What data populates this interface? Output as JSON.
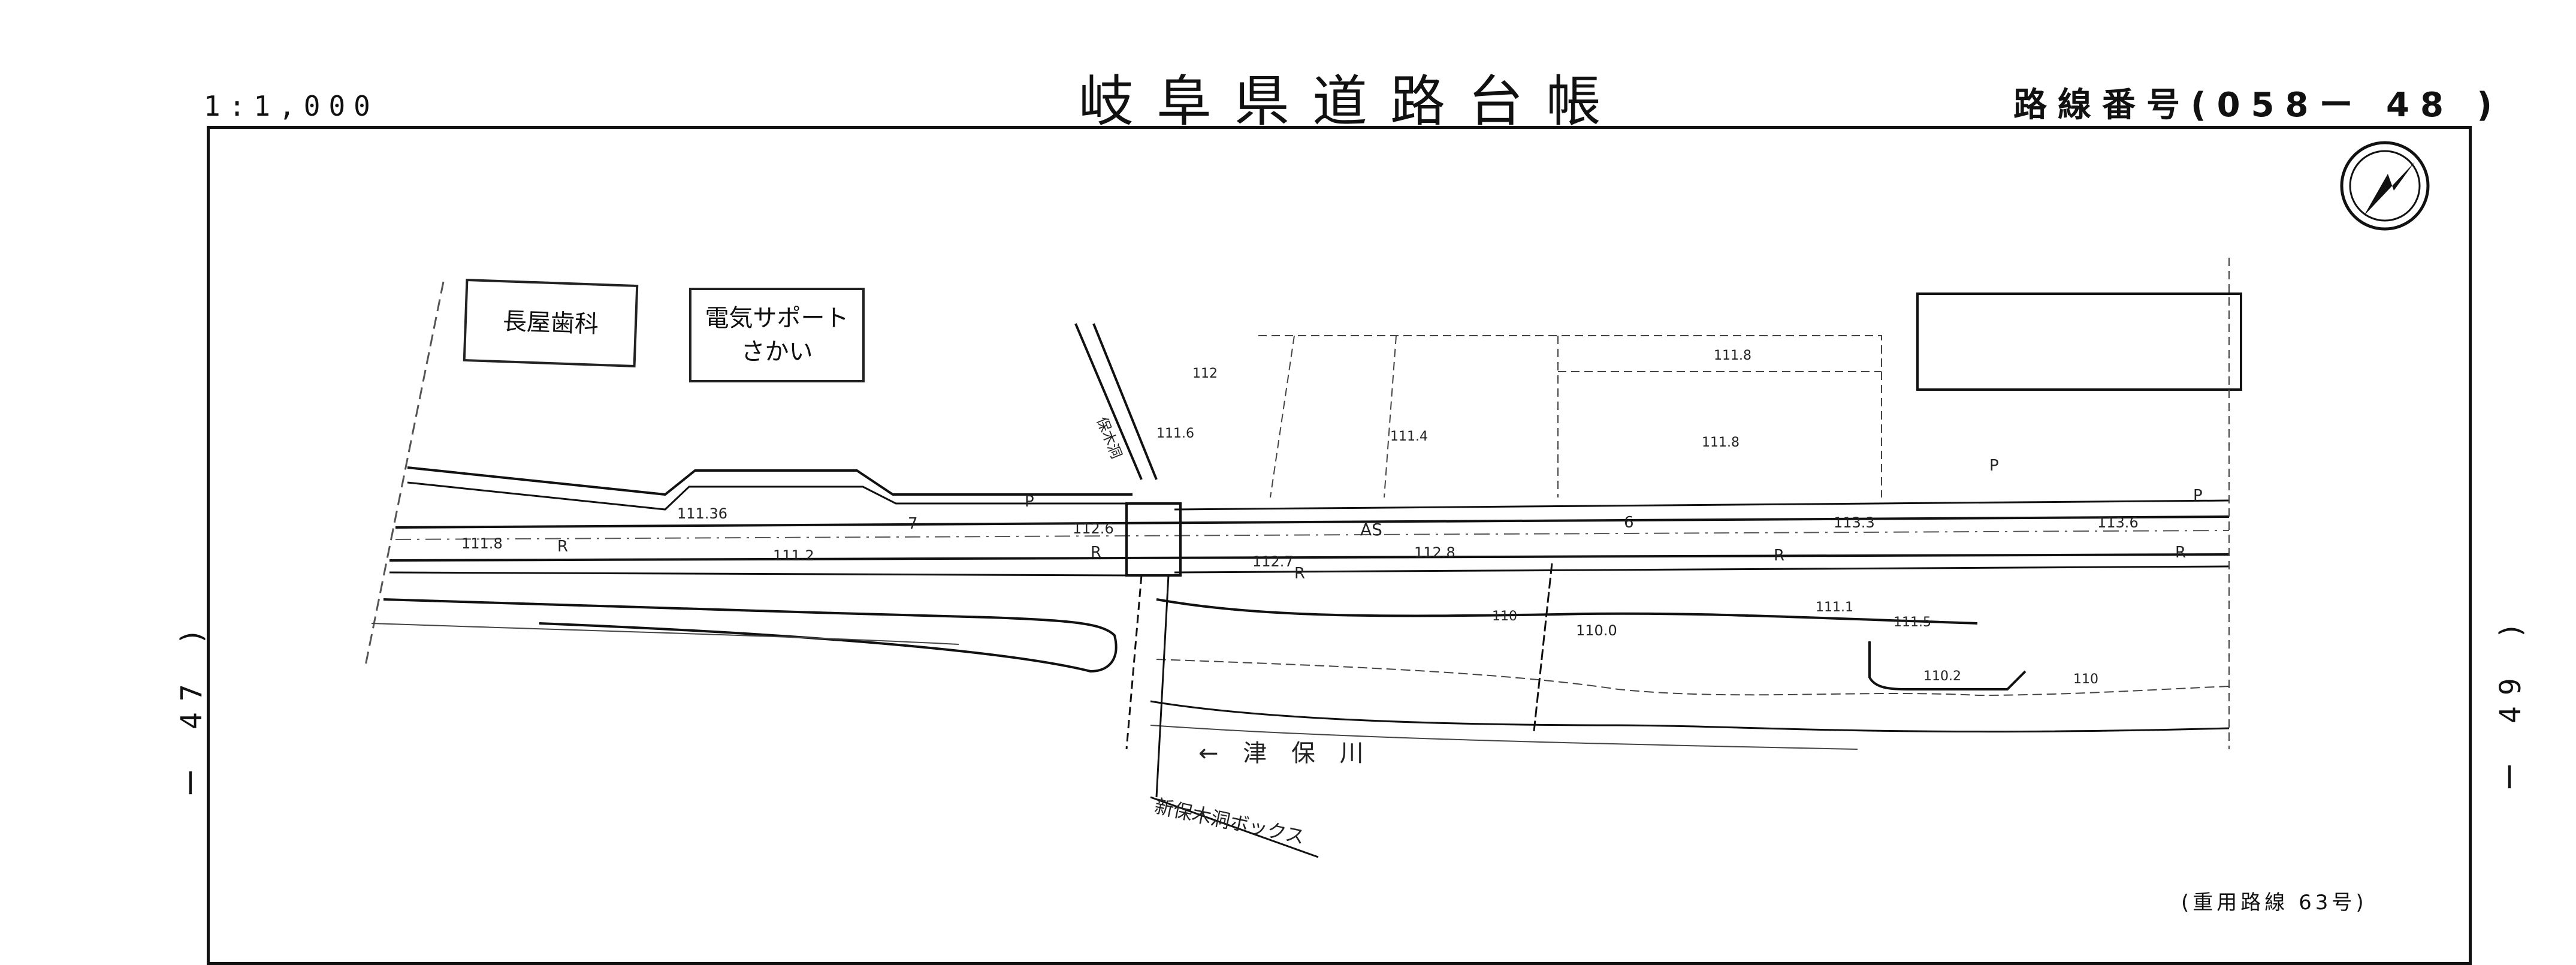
{
  "header": {
    "title": "岐阜県道路台帳",
    "scale": "1:1,000",
    "route_number": "路線番号(058ー 48 )"
  },
  "sheet_links": {
    "previous": "ー 47 )",
    "next": "ー 49 )"
  },
  "footer": {
    "overlap_note": "(重用路線 63号)"
  },
  "buildings": {
    "dental": "長屋歯科",
    "electric_line1": "電気サポート",
    "electric_line2": "さかい"
  },
  "map_labels": {
    "river": "← 津 保 川",
    "box_culvert": "新保木洞ボックス",
    "culvert_name": "保木洞",
    "pavement": "AS",
    "marker_7": "7",
    "marker_6": "6"
  },
  "elevations": [
    "111.36",
    "111.8",
    "111.2",
    "112.6",
    "112.7",
    "112.8",
    "113.3",
    "113.6",
    "111.6",
    "112",
    "111.4",
    "111.8",
    "111.8",
    "110.0",
    "111.1",
    "111.5",
    "110.2",
    "110",
    "110"
  ],
  "symbols": {
    "parking": "P",
    "road_ledger": "R"
  },
  "colors": {
    "ink": "#111111",
    "paper": "#ffffff"
  }
}
